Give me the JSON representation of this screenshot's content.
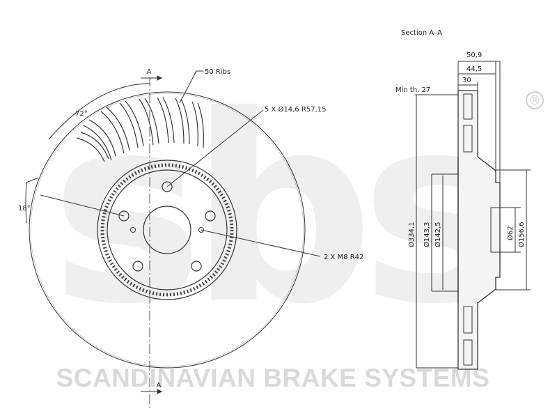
{
  "watermark": {
    "logo": "sbs",
    "company": "SCANDINAVIAN BRAKE SYSTEMS",
    "registered_mark": "®"
  },
  "front_view": {
    "section_marker_top": "A",
    "section_marker_bottom": "A",
    "ribs_label": "50 Ribs",
    "angle_72_label": "72°",
    "angle_18_label": "18°",
    "bolt_holes_label": "5 X Ø14,6 R57,15",
    "threaded_holes_label": "2 X M8 R42"
  },
  "section_view": {
    "title": "Section A–A",
    "min_thickness_label": "Min th. 27",
    "dim_50_9": "50,9",
    "dim_44_5": "44,5",
    "dim_30": "30",
    "dia_334_1": "Ø334,1",
    "dia_143_3": "Ø143,3",
    "dia_142_5": "Ø142,5",
    "dia_62": "Ø62",
    "dia_156_6": "Ø156,6"
  },
  "colors": {
    "line": "#333333",
    "watermark": "#d9d9d9"
  }
}
